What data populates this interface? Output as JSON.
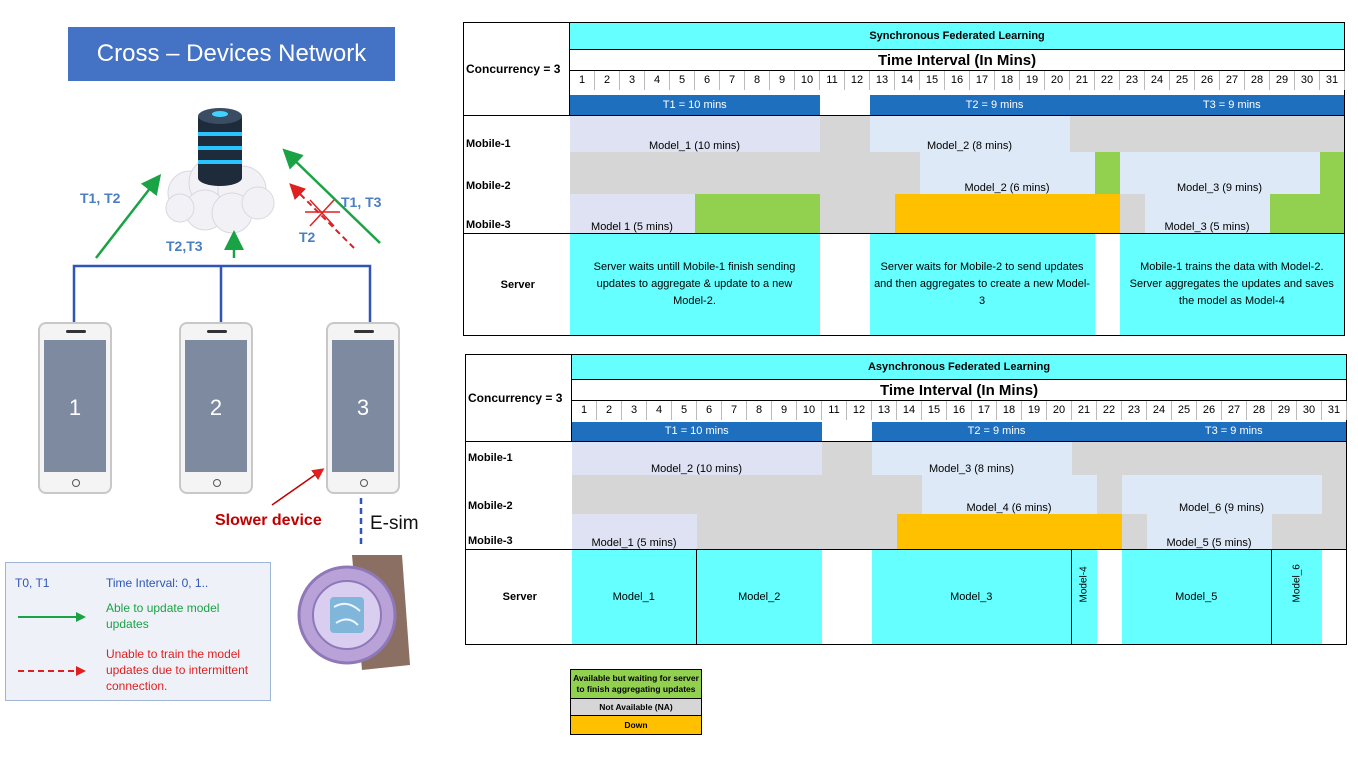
{
  "left": {
    "title": "Cross – Devices Network",
    "label_t1t2": "T1, T2",
    "label_t1t3": "T1, T3",
    "label_t2": "T2",
    "label_t2t3": "T2,T3",
    "phones": [
      "1",
      "2",
      "3"
    ],
    "slower_device": "Slower device",
    "esim": "E-sim",
    "legend": {
      "t0t1": "T0, T1",
      "time_interval": "Time Interval: 0, 1..",
      "able": "Able to update model updates",
      "unable": "Unable to train the model updates due to intermittent connection."
    }
  },
  "sync": {
    "title": "Synchronous Federated Learning",
    "subtitle": "Time Interval (In Mins)",
    "concurrency": "Concurrency = 3",
    "numbers": [
      "1",
      "2",
      "3",
      "4",
      "5",
      "6",
      "7",
      "8",
      "9",
      "10",
      "11",
      "12",
      "13",
      "14",
      "15",
      "16",
      "17",
      "18",
      "19",
      "20",
      "21",
      "22",
      "23",
      "24",
      "25",
      "26",
      "27",
      "28",
      "29",
      "30",
      "31"
    ],
    "t1": "T1 = 10 mins",
    "t2": "T2 = 9 mins",
    "t3": "T3 = 9 mins",
    "rows": [
      "Mobile-1",
      "Mobile-2",
      "Mobile-3",
      "Server"
    ],
    "m1_a": "Model_1 (10 mins)",
    "m1_b": "Model_2 (8 mins)",
    "m2_a": "Model_2 (6 mins)",
    "m2_b": "Model_3 (9 mins)",
    "m3_a": "Model 1 (5 mins)",
    "m3_b": "Model_3 (5 mins)",
    "s1": "Server waits untill Mobile-1 finish sending updates to aggregate & update to a new Model-2.",
    "s2": "Server waits for Mobile-2 to send updates and then aggregates to create a new Model-3",
    "s3": "Mobile-1 trains the data with Model-2. Server aggregates the updates and saves the model as Model-4"
  },
  "async": {
    "title": "Asynchronous Federated Learning",
    "subtitle": "Time Interval (In Mins)",
    "concurrency": "Concurrency = 3",
    "t1": "T1 = 10 mins",
    "t2": "T2 = 9 mins",
    "t3": "T3 = 9 mins",
    "rows": [
      "Mobile-1",
      "Mobile-2",
      "Mobile-3",
      "Server"
    ],
    "m1_a": "Model_2 (10 mins)",
    "m1_b": "Model_3 (8 mins)",
    "m2_a": "Model_4 (6 mins)",
    "m2_b": "Model_6 (9 mins)",
    "m3_a": "Model_1 (5 mins)",
    "m3_b": "Model_5 (5 mins)",
    "s1": "Model_1",
    "s2": "Model_2",
    "s3": "Model_3",
    "s4": "Model-4",
    "s5": "Model_5",
    "s6": "Model_6"
  },
  "legend": {
    "available": "Available but waiting for server to finish aggregating updates",
    "na": "Not Available (NA)",
    "down": "Down"
  },
  "colors": {
    "cyan": "#66ffff",
    "blue": "#1f6fbf",
    "green": "#92d050",
    "gray": "#d6d6d6",
    "orange": "#ffc000",
    "arrow_green": "#1aa344",
    "arrow_red": "#e02020"
  }
}
